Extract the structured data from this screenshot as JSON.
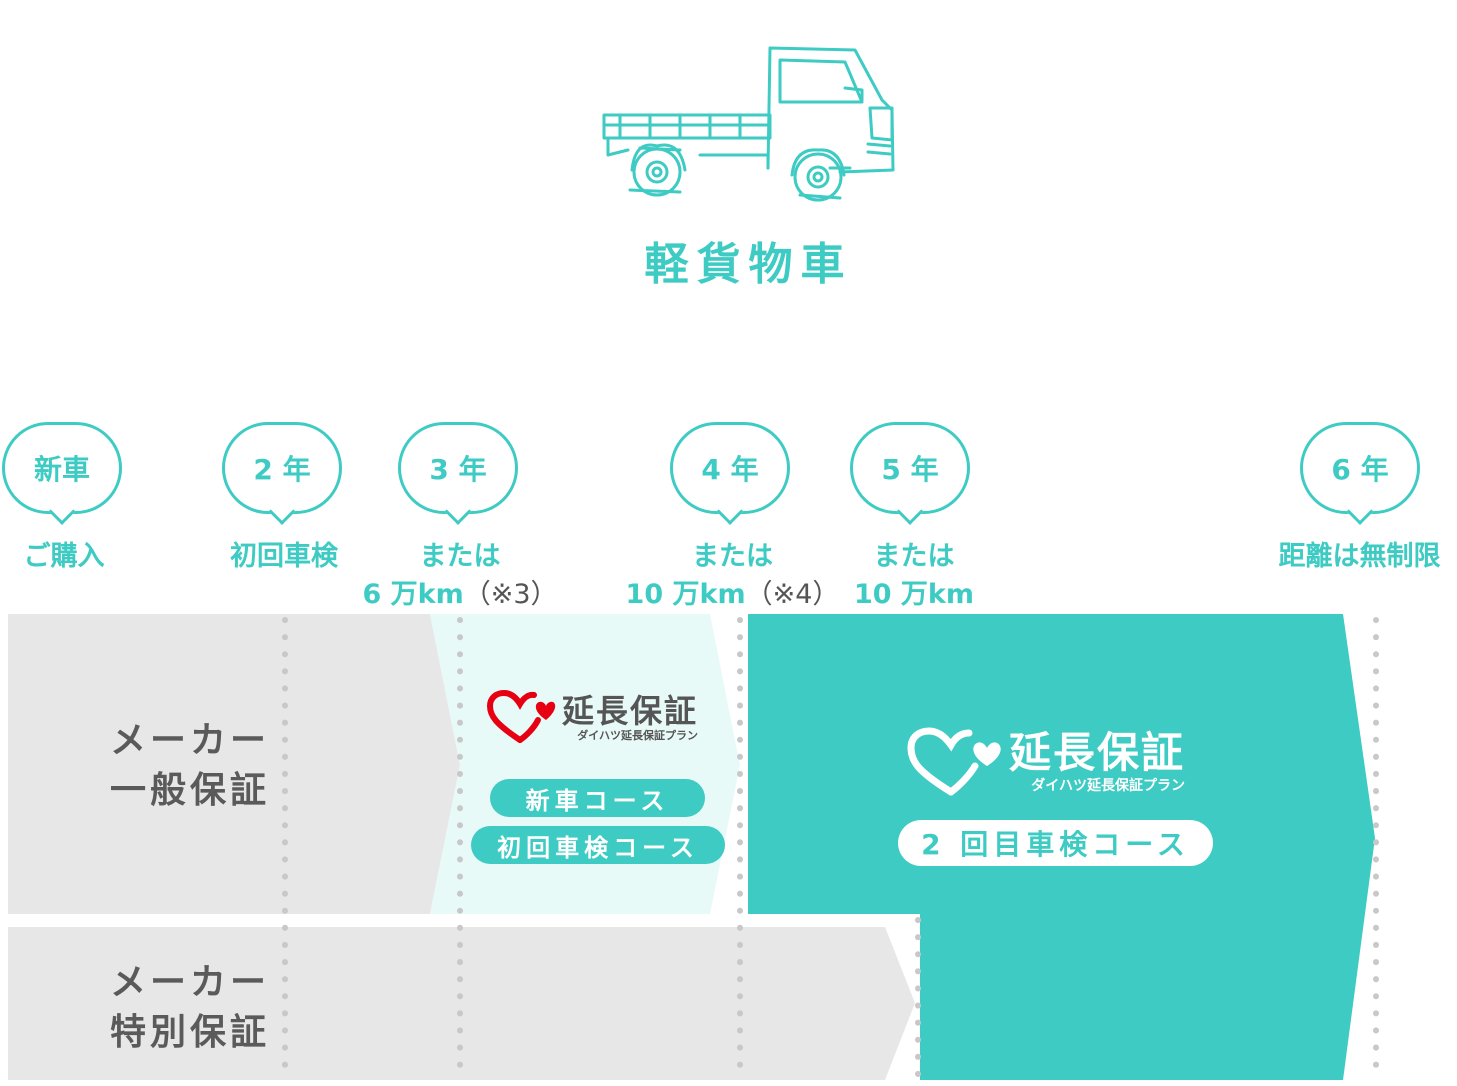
{
  "vehicle": {
    "title": "軽貨物車"
  },
  "timeline": [
    {
      "label": "新車",
      "note": "ご購入"
    },
    {
      "label": "2 年",
      "note": "初回車検"
    },
    {
      "label": "3 年",
      "note_line1": "または",
      "note_line2": "6 万km",
      "note_paren": "（※3）"
    },
    {
      "label": "4 年",
      "note_line1": "または",
      "note_line2": "10 万km",
      "note_paren": "（※4）"
    },
    {
      "label": "5 年",
      "note_line1": "または",
      "note_line2": "10 万km"
    },
    {
      "label": "6 年",
      "note": "距離は無制限"
    }
  ],
  "rows": {
    "general": {
      "line1": "メーカー",
      "line2": "一般保証"
    },
    "special": {
      "line1": "メーカー",
      "line2": "特別保証"
    }
  },
  "plans": {
    "first": {
      "logo_title": "延長保証",
      "logo_sub": "ダイハツ延長保証プラン",
      "course1": "新車コース",
      "course2": "初回車検コース"
    },
    "second": {
      "logo_title": "延長保証",
      "logo_sub": "ダイハツ延長保証プラン",
      "course": "2 回目車検コース"
    }
  },
  "colors": {
    "teal": "#3ecbc3",
    "light_teal": "#e8faf8",
    "gray": "#e7e7e7",
    "red": "#e60012"
  }
}
